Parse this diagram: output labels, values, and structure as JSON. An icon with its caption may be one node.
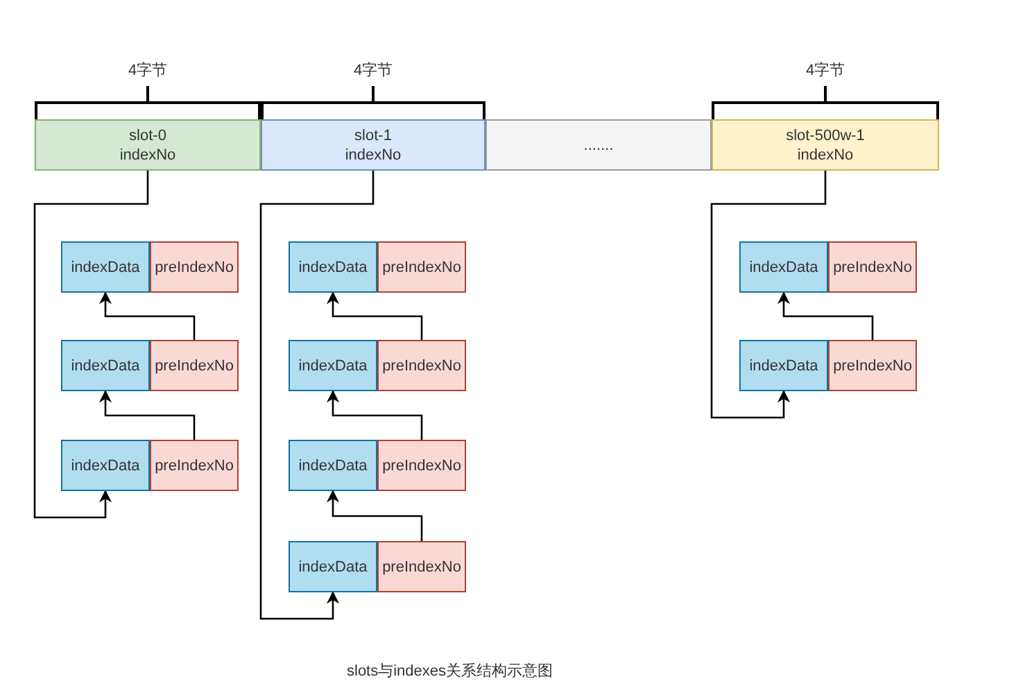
{
  "diagram": {
    "caption": "slots与indexes关系结构示意图",
    "nodes": [
      {
        "text": [
          "slot-0 indexNo"
        ]
      },
      {
        "text": [
          "slot-1 indexNo"
        ]
      },
      {
        "text": [
          "......."
        ]
      },
      {
        "text": [
          "slot-500w-1 indexNo"
        ]
      },
      {
        "text": [
          "indexData"
        ]
      },
      {
        "text": [
          "preIndexNo"
        ]
      },
      {
        "text": [
          "indexData"
        ]
      },
      {
        "text": [
          "preIndexNo"
        ]
      },
      {
        "text": [
          "indexData"
        ]
      },
      {
        "text": [
          "preIndexNo"
        ]
      },
      {
        "text": [
          "indexData"
        ]
      },
      {
        "text": [
          "preIndexNo"
        ]
      },
      {
        "text": [
          "indexData"
        ]
      },
      {
        "text": [
          "preIndexNo"
        ]
      },
      {
        "text": [
          "indexData"
        ]
      },
      {
        "text": [
          "preIndexNo"
        ]
      },
      {
        "text": [
          "indexData"
        ]
      },
      {
        "text": [
          "preIndexNo"
        ]
      },
      {
        "text": [
          "indexData"
        ]
      },
      {
        "text": [
          "preIndexNo"
        ]
      },
      {
        "text": [
          "indexData"
        ]
      },
      {
        "text": [
          "preIndexNo"
        ]
      }
    ],
    "edges": [
      {
        "from": 0,
        "to": 8,
        "arrow": "to"
      },
      {
        "from": 7,
        "to": 4,
        "arrow": "to"
      },
      {
        "from": 9,
        "to": 6,
        "arrow": "to"
      },
      {
        "from": 1,
        "to": 16,
        "arrow": "to"
      },
      {
        "from": 13,
        "to": 10,
        "arrow": "to"
      },
      {
        "from": 15,
        "to": 12,
        "arrow": "to"
      },
      {
        "from": 17,
        "to": 14,
        "arrow": "to"
      },
      {
        "from": 3,
        "to": 20,
        "arrow": "to"
      },
      {
        "from": 21,
        "to": 18,
        "arrow": "to"
      }
    ],
    "labels": [
      "4字节",
      "4字节",
      "4字节"
    ]
  }
}
